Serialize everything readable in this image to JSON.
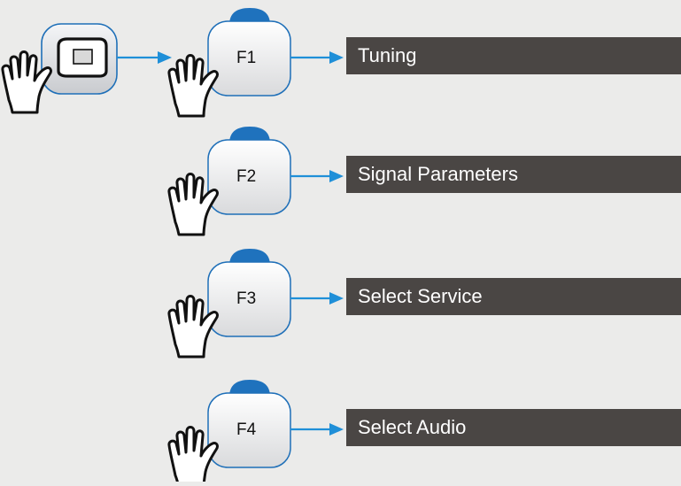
{
  "diagram": {
    "start_button_icon": "menu-button-icon",
    "hand_icon": "pointing-hand-icon",
    "colors": {
      "background": "#ebebea",
      "button_outline": "#1e6fb8",
      "button_tab": "#1f72bd",
      "arrow": "#1f8fd8",
      "menu_bar": "#4a4644",
      "menu_text": "#ffffff"
    },
    "steps": [
      {
        "key": "F1",
        "label": "Tuning"
      },
      {
        "key": "F2",
        "label": "Signal Parameters"
      },
      {
        "key": "F3",
        "label": "Select Service"
      },
      {
        "key": "F4",
        "label": "Select Audio"
      }
    ]
  }
}
